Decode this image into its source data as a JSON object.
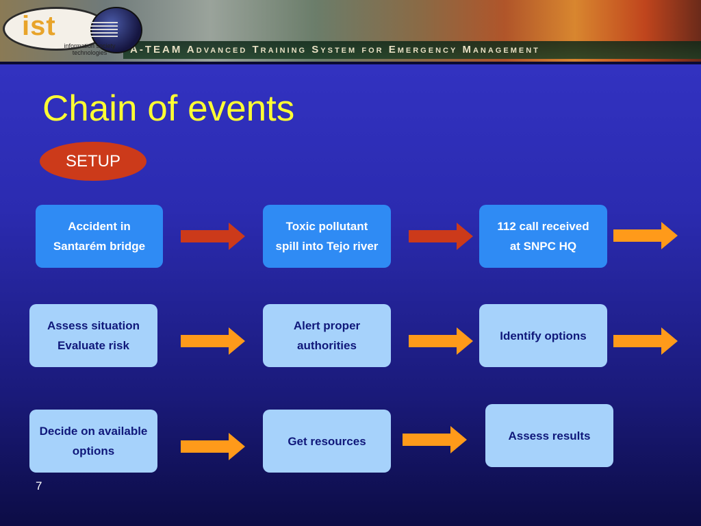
{
  "header": {
    "logo_text": "ist",
    "logo_tagline": "information society technologies",
    "banner_title": "A-TEAM Advanced Training System for Emergency Management"
  },
  "title": "Chain of events",
  "setup_label": "SETUP",
  "nodes": [
    {
      "lines": [
        "Accident in",
        "Santarém bridge"
      ]
    },
    {
      "lines": [
        "Toxic pollutant",
        "spill into Tejo river"
      ]
    },
    {
      "lines": [
        "112 call received",
        "at SNPC HQ"
      ]
    },
    {
      "lines": [
        "Assess situation",
        "Evaluate risk"
      ]
    },
    {
      "lines": [
        "Alert proper",
        "authorities"
      ]
    },
    {
      "lines": [
        "Identify options"
      ]
    },
    {
      "lines": [
        "Decide on available",
        "options"
      ]
    },
    {
      "lines": [
        "Get resources"
      ]
    },
    {
      "lines": [
        "Assess results"
      ]
    }
  ],
  "colors": {
    "title": "#ffff33",
    "setup_fill": "#cc3a1a",
    "node_active": "#2f8bf4",
    "node_pending": "#a6d2fb",
    "arrow_active": "#cc3a1a",
    "arrow_pending": "#ff9a1a"
  },
  "page_number": "7"
}
